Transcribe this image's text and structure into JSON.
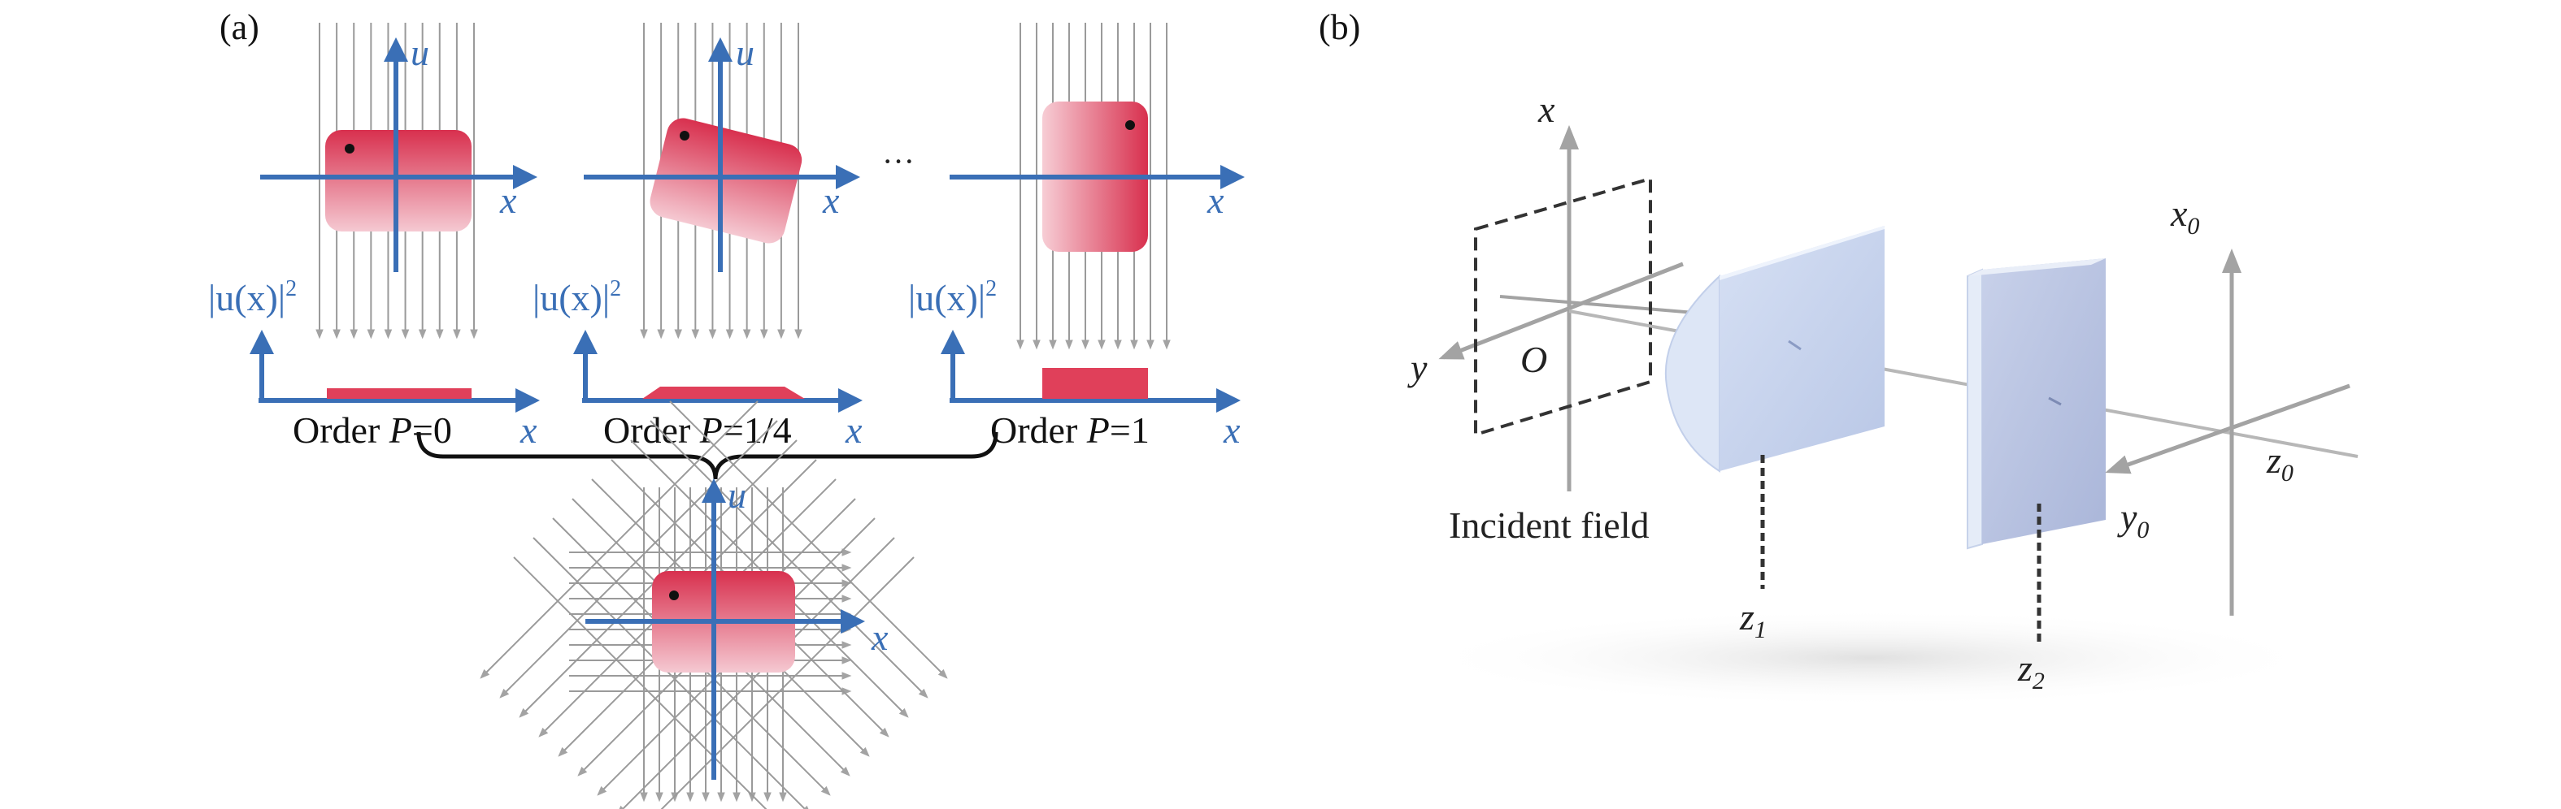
{
  "panel_a": {
    "label": "(a)",
    "axis_u": "u",
    "axis_x": "x",
    "intensity_label": "|u(x)|",
    "intensity_sup": "2",
    "ellipsis": "···",
    "orders": [
      {
        "prefix": "Order ",
        "var": "P",
        "value": "=0"
      },
      {
        "prefix": "Order ",
        "var": "P",
        "value": "=1/4"
      },
      {
        "prefix": "Order ",
        "var": "P",
        "value": "=1"
      }
    ]
  },
  "panel_b": {
    "label": "(b)",
    "axis_x": "x",
    "axis_y": "y",
    "origin": "O",
    "axis_x0": "x",
    "axis_x0_sub": "0",
    "axis_y0": "y",
    "axis_y0_sub": "0",
    "axis_z0": "z",
    "axis_z0_sub": "0",
    "incident_field": "Incident field",
    "plane1": "z",
    "plane1_sub": "1",
    "plane2": "z",
    "plane2_sub": "2"
  },
  "colors": {
    "axis_blue": "#3a6fb6",
    "rect_red": "#e0405a",
    "ray_gray": "#9a9a9a",
    "optic_blue": "#c9d5ee"
  }
}
